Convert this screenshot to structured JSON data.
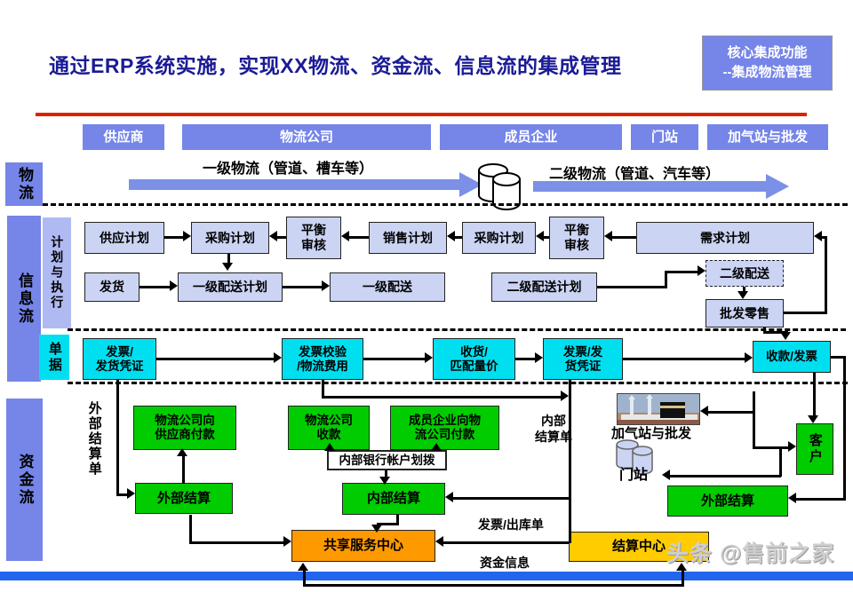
{
  "title": "通过ERP系统实施，实现XX物流、资金流、信息流的集成管理",
  "badge": {
    "line1": "核心集成功能",
    "line2": "--集成物流管理"
  },
  "header": {
    "supplier": "供应商",
    "logistics_company": "物流公司",
    "member_enterprise": "成员企业",
    "gate_station": "门站",
    "gas_wholesale": "加气站与批发"
  },
  "logistics": {
    "label": "物流",
    "level1": "一级物流（管道、槽车等）",
    "level2": "二级物流（管道、汽车等）"
  },
  "info_flow": {
    "label": "信息流",
    "plan_exec": "计划与执行",
    "supply_plan": "供应计划",
    "purchase_plan_1": "采购计划",
    "balance_audit_1": "平衡\n审核",
    "sales_plan": "销售计划",
    "purchase_plan_2": "采购计划",
    "balance_audit_2": "平衡\n审核",
    "demand_plan": "需求计划",
    "ship": "发货",
    "dist_plan_1": "一级配送计划",
    "dist_1": "一级配送",
    "dist_plan_2": "二级配送计划",
    "dist_2": "二级配送",
    "wholesale_retail": "批发零售"
  },
  "documents": {
    "label": "单据",
    "invoice_voucher_1": "发票/\n发货凭证",
    "invoice_check": "发票校验\n/物流费用",
    "receive_match": "收货/\n匹配量价",
    "invoice_voucher_2": "发票/发\n货凭证",
    "receipt_invoice": "收款/发票"
  },
  "capital": {
    "label": "资金流",
    "external_doc": "外部结算单",
    "pay_supplier": "物流公司向\n供应商付款",
    "lc_collect": "物流公司\n收款",
    "member_pay": "成员企业向物\n流公司付款",
    "bank_transfer": "内部银行帐户划拨",
    "internal_doc": "内部\n结算单",
    "external_settle_left": "外部结算",
    "internal_settle": "内部结算",
    "external_settle_right": "外部结算",
    "customer": "客户",
    "gas_wholesale_label": "加气站与批发",
    "gate_label": "门站",
    "shared_center": "共享服务中心",
    "settle_center": "结算中心",
    "invoice_outbound": "发票/出库单",
    "capital_info": "资金信息"
  },
  "watermark": "头条 @售前之家",
  "colors": {
    "accent_blue": "#7585e8",
    "light_box": "#ccd4f4",
    "cyan": "#00dfef",
    "green": "#00cc00",
    "orange": "#ff9900",
    "yellow": "#ffcc00",
    "red_line": "#dd2200",
    "bottom_bar": "#2266ee",
    "title_blue": "#1b1b96",
    "arrow_blue": "#7b90e6"
  }
}
